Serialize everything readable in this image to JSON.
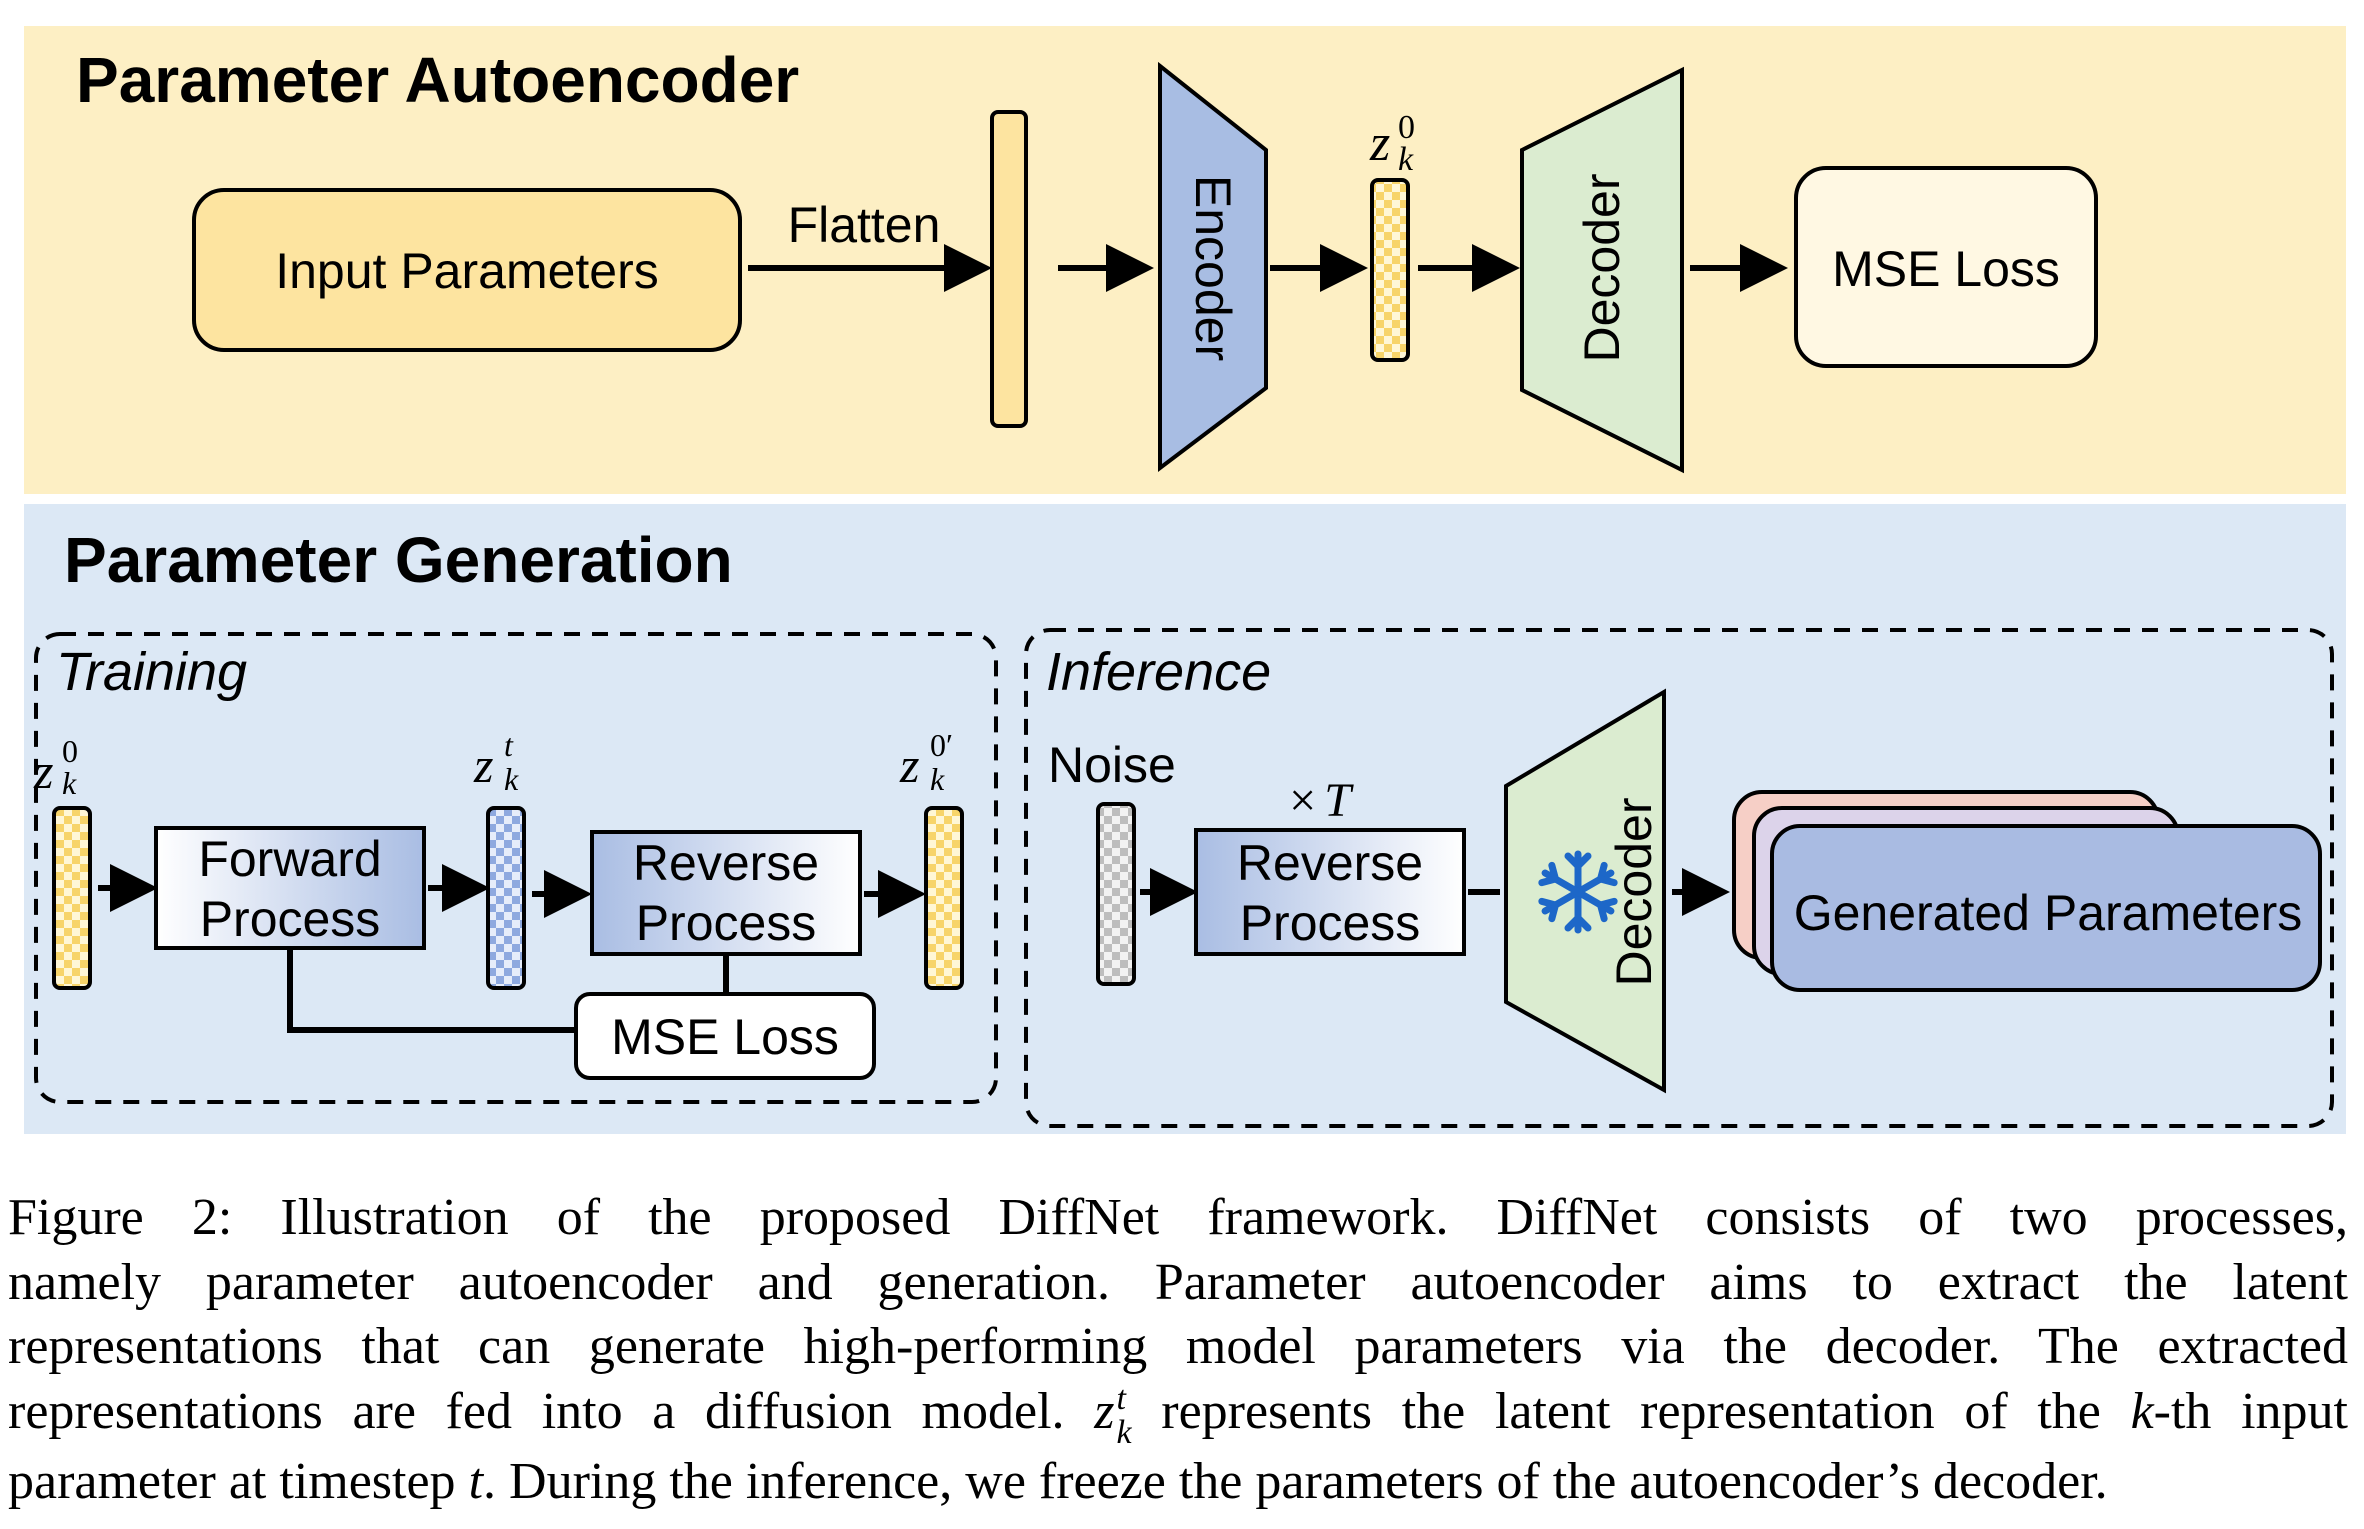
{
  "colors": {
    "autoencoder_bg": "#fdefc4",
    "generation_bg": "#dce8f5",
    "input_box": "#fde4a0",
    "encoder": "#a8bde3",
    "decoder": "#dbecd0",
    "stack_pink": "#f6cfc6",
    "generated_params": "#a9bbe2",
    "snowflake": "#1d67c8"
  },
  "autoencoder": {
    "title": "Parameter Autoencoder",
    "input_label": "Input Parameters",
    "flatten_label": "Flatten",
    "encoder_label": "Encoder",
    "latent_label": "z",
    "latent_sup": "0",
    "latent_sub": "k",
    "decoder_label": "Decoder",
    "loss_label": "MSE Loss"
  },
  "generation": {
    "title": "Parameter Generation",
    "training": {
      "label": "Training",
      "z0_base": "z",
      "z0_sup": "0",
      "z0_sub": "k",
      "zt_base": "z",
      "zt_sup": "t",
      "zt_sub": "k",
      "z0p_base": "z",
      "z0p_sup": "0′",
      "z0p_sub": "k",
      "forward_line1": "Forward",
      "forward_line2": "Process",
      "reverse_line1": "Reverse",
      "reverse_line2": "Process",
      "loss_label": "MSE Loss"
    },
    "inference": {
      "label": "Inference",
      "noise_label": "Noise",
      "times_sign": "×",
      "times_var": "T",
      "reverse_line1": "Reverse",
      "reverse_line2": "Process",
      "decoder_label": "Decoder",
      "decoder_icon": "snowflake-icon",
      "output_label": "Generated Parameters"
    }
  },
  "caption": {
    "line1": "Figure 2: Illustration of the proposed DiffNet framework. DiffNet consists of two processes,",
    "line2": "namely parameter autoencoder and generation. Parameter autoencoder aims to extract the latent",
    "line3": "representations that can generate high-performing model parameters via the decoder. The extracted",
    "line4a": "representations are fed into a diffusion model.",
    "line4_var": "z",
    "line4_sup": "t",
    "line4_sub": "k",
    "line4b": "represents the latent representation of the",
    "line4_k": "k",
    "line4c": "-th input",
    "line5a": "parameter at timestep",
    "line5_t": "t",
    "line5b": ". During the inference, we freeze the parameters of the autoencoder’s decoder."
  }
}
